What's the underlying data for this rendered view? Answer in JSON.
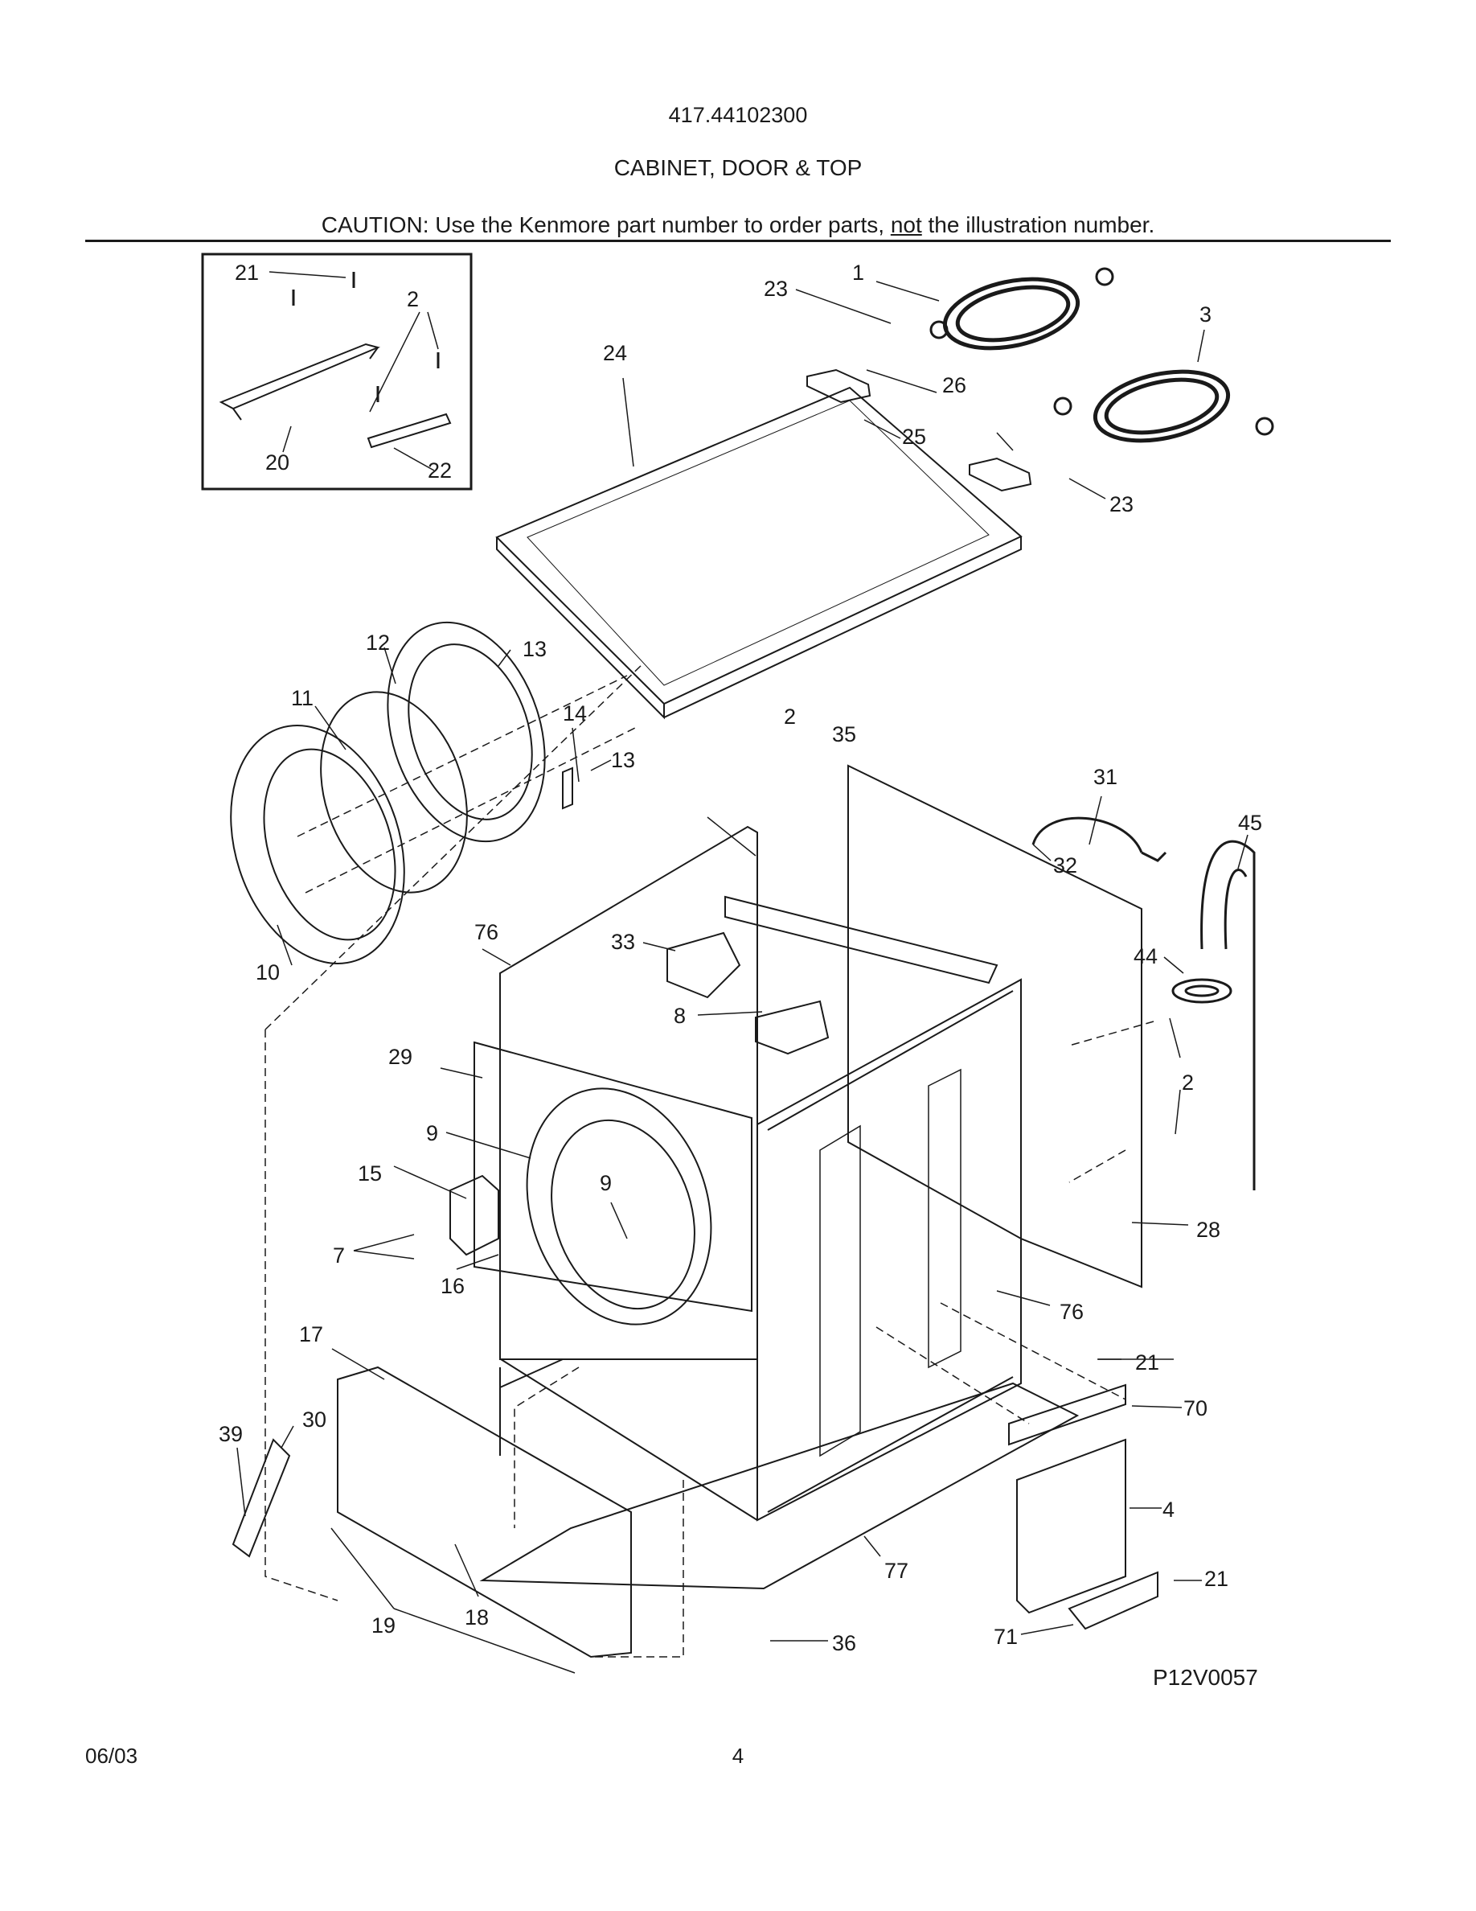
{
  "header": {
    "model": "417.44102300",
    "title": "CABINET, DOOR & TOP",
    "caution_prefix": "CAUTION: Use the Kenmore part number to order parts, ",
    "caution_emphasis": "not",
    "caution_suffix": " the illustration number."
  },
  "figure_code": "P12V0057",
  "footer": {
    "date": "06/03",
    "page": "4"
  },
  "callouts": [
    "1",
    "2",
    "3",
    "4",
    "7",
    "8",
    "9",
    "10",
    "11",
    "12",
    "13",
    "14",
    "15",
    "16",
    "17",
    "18",
    "19",
    "20",
    "21",
    "22",
    "23",
    "24",
    "25",
    "26",
    "28",
    "29",
    "30",
    "31",
    "32",
    "33",
    "35",
    "36",
    "39",
    "44",
    "45",
    "70",
    "71",
    "76",
    "77"
  ],
  "colors": {
    "ink": "#1a1a1a",
    "paper": "#ffffff"
  }
}
